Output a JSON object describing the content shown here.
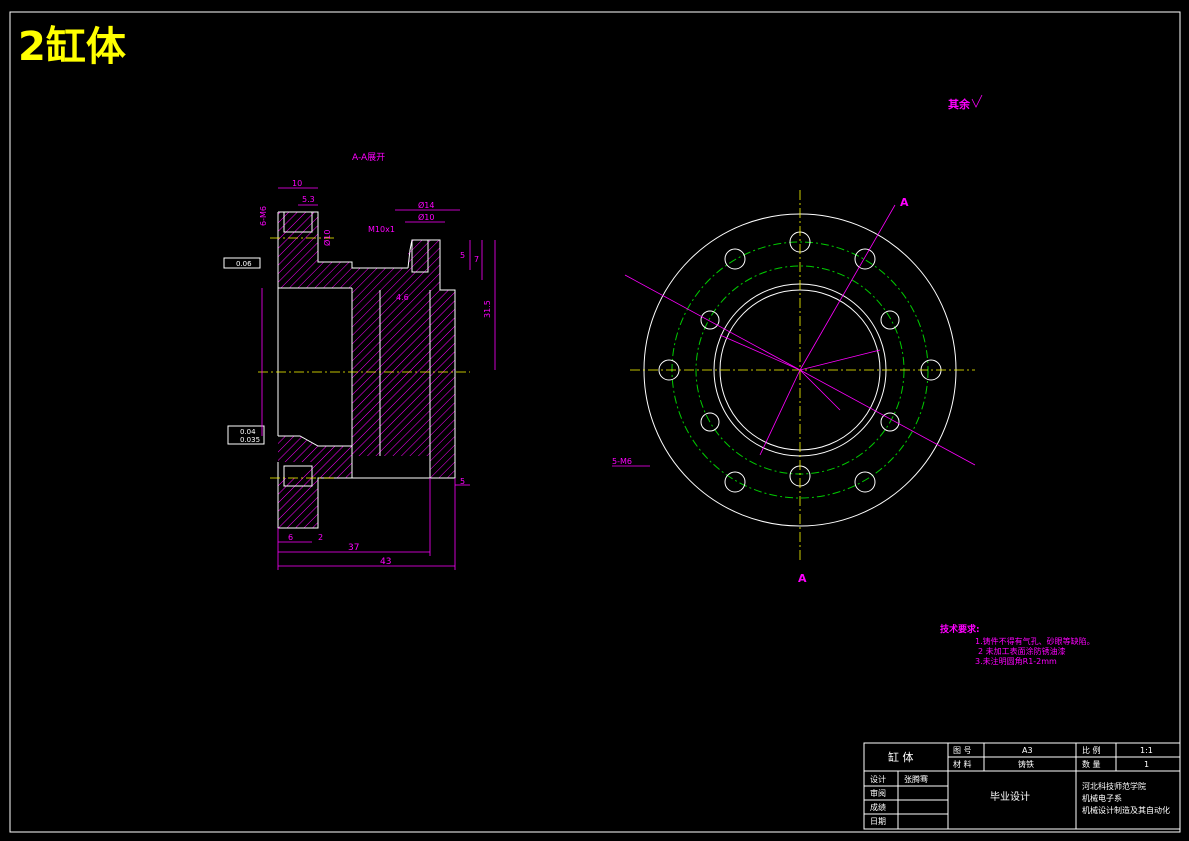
{
  "drawing": {
    "title": "2缸体",
    "section_label": "A-A展开",
    "roughness_note": "其余",
    "section_marker": "A",
    "bolt_hole_label": "5-M6"
  },
  "dimensions": {
    "d10_top": "10",
    "d5_3": "5.3",
    "m6_left": "6-M6",
    "d10_hole": "Ø10",
    "m10x1": "M10x1",
    "d14": "Ø14",
    "d10_b": "Ø10",
    "d5": "5",
    "d7": "7",
    "d31_5": "31.5",
    "d4_6": "4.6",
    "tol_top": "0.06",
    "tol_mid": "0.04",
    "tol_mid2": "0.035",
    "d5_right": "5",
    "d6_bottom": "6",
    "d2_bottom": "2",
    "d37": "37",
    "d43": "43"
  },
  "tech_req": {
    "heading": "技术要求:",
    "items": [
      "1.铸件不得有气孔、砂眼等缺陷。",
      "2  未加工表面涂防锈油漆",
      "3.未注明圆角R1-2mm"
    ]
  },
  "title_block": {
    "part_name": "缸  体",
    "drawing_no_label": "图  号",
    "drawing_no": "A3",
    "material_label": "材  料",
    "material": "铸铁",
    "scale_label": "比  例",
    "scale": "1:1",
    "qty_label": "数  量",
    "qty": "1",
    "design_label": "设计",
    "designer": "张腾骞",
    "review_label": "审阅",
    "score_label": "成绩",
    "date_label": "日期",
    "project": "毕业设计",
    "school": "河北科技师范学院",
    "dept": "机械电子系",
    "major": "机械设计制造及其自动化"
  },
  "colors": {
    "yellow": "#ffff00",
    "magenta": "#ff00ff",
    "white": "#ffffff",
    "green": "#00cc00"
  }
}
